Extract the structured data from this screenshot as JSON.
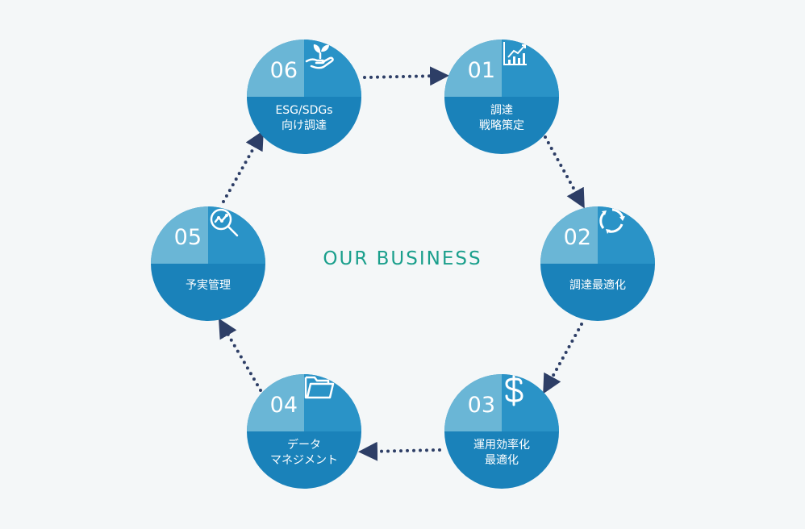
{
  "center": {
    "title": "OUR BUSINESS"
  },
  "nodes": [
    {
      "number": "01",
      "lines": [
        "調達",
        "戦略策定"
      ],
      "icon": "bar-chart-icon"
    },
    {
      "number": "02",
      "lines": [
        "調達最適化",
        ""
      ],
      "icon": "cycle-arrows-icon"
    },
    {
      "number": "03",
      "lines": [
        "運用効率化",
        "最適化"
      ],
      "icon": "dollar-icon"
    },
    {
      "number": "04",
      "lines": [
        "データ",
        "マネジメント"
      ],
      "icon": "folder-icon"
    },
    {
      "number": "05",
      "lines": [
        "予実管理",
        ""
      ],
      "icon": "magnifier-chart-icon"
    },
    {
      "number": "06",
      "lines": [
        "ESG/SDGs",
        "向け調達"
      ],
      "icon": "hand-sprout-icon"
    }
  ],
  "colors": {
    "node_bottom": "#1a82ba",
    "node_number_bg": "#6ab6d6",
    "node_icon_bg": "#2a93c7",
    "arrow": "#2d3e66",
    "title": "#1a9f8c"
  }
}
